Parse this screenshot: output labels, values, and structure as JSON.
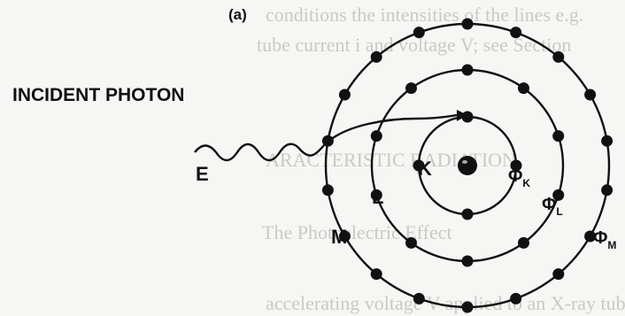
{
  "background_text": {
    "line1": "conditions the intensities of the lines e.g.",
    "line2": "tube current i and voltage V; see Section",
    "line3": "ARACTERISTIC RADIATION",
    "line4": "The Photoelectric Effect",
    "line5": "accelerating voltage V applied to an X-ray tube"
  },
  "panel_label": "(a)",
  "incident_label": "INCIDENT PHOTON",
  "energy_label": "E",
  "shells": {
    "K": {
      "label": "K",
      "phi_symbol": "Φ",
      "phi_sub": "K"
    },
    "L": {
      "label": "L",
      "phi_symbol": "Φ",
      "phi_sub": "L"
    },
    "M": {
      "label": "M",
      "phi_symbol": "Φ",
      "phi_sub": "M"
    }
  },
  "colors": {
    "ink": "#111111",
    "background": "#f6f6f4",
    "ghost_text": "#c9c9c6"
  }
}
